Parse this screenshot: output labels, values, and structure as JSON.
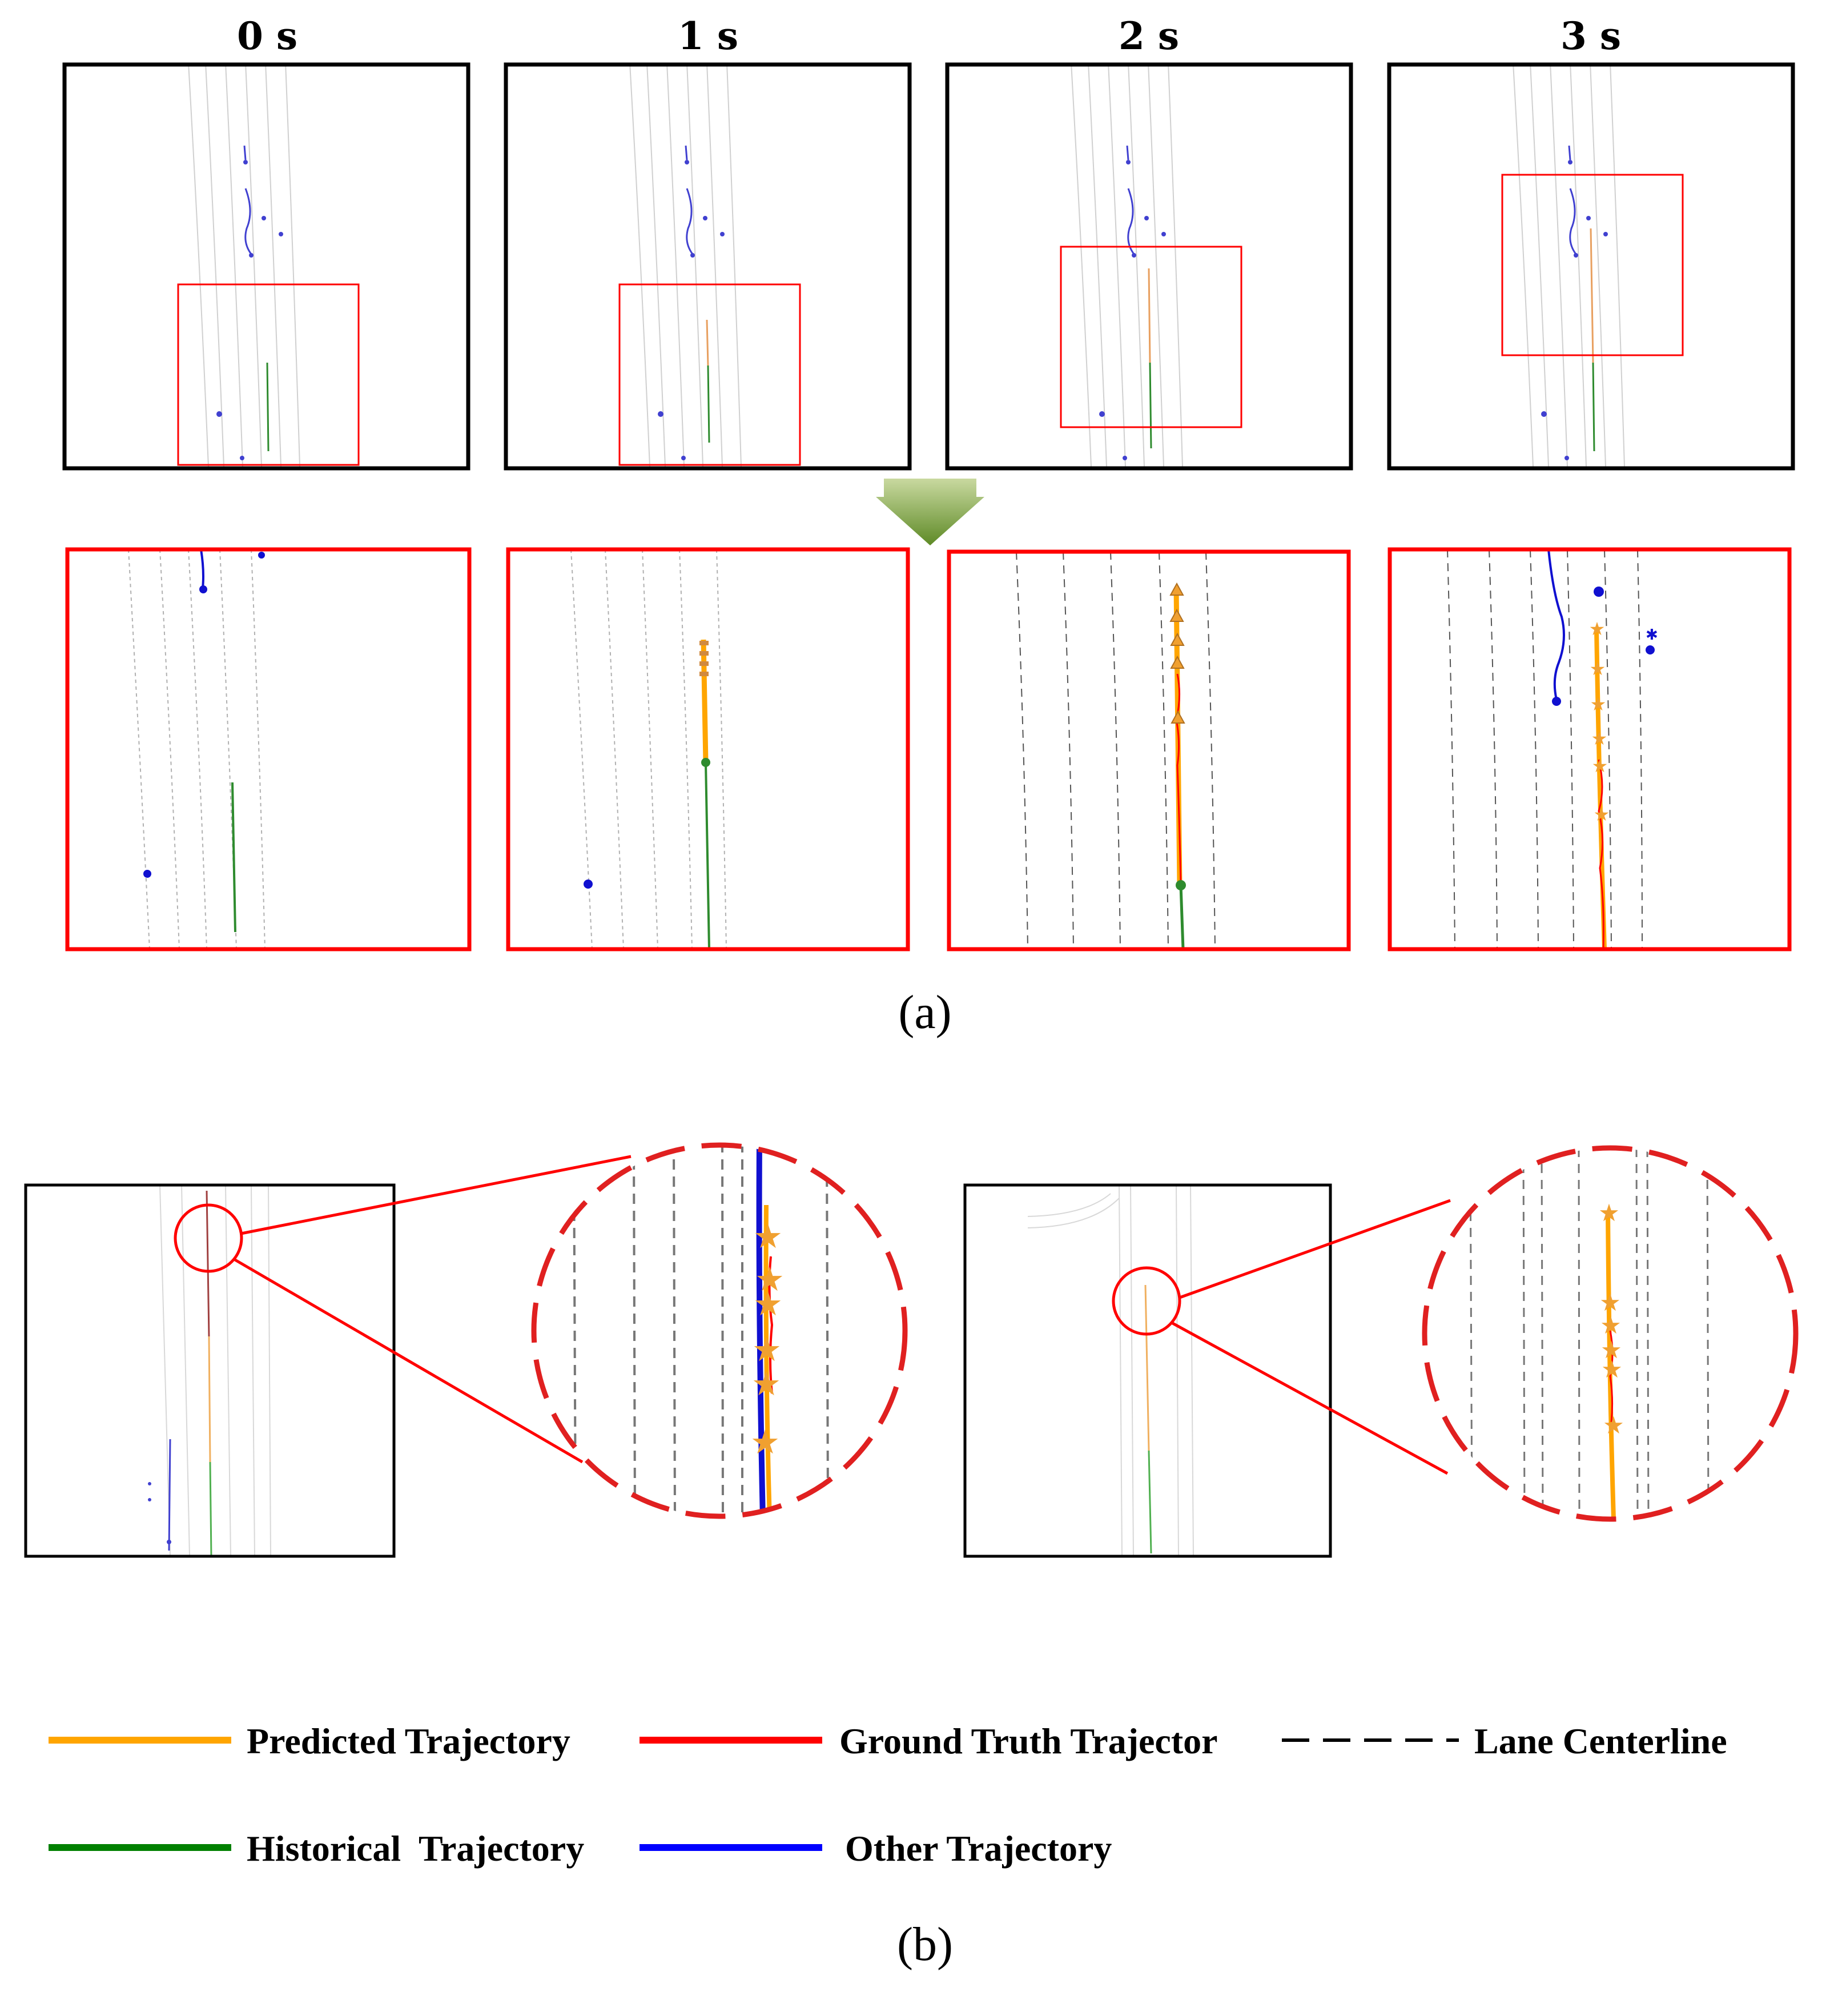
{
  "time_labels": [
    "0 s",
    "1 s",
    "2 s",
    "3 s"
  ],
  "panel_labels": {
    "a": "(a)",
    "b": "(b)"
  },
  "legend": [
    {
      "label": "Predicted Trajectory",
      "style": "solid",
      "color": "#ffa500"
    },
    {
      "label": "Ground Truth Trajector",
      "style": "solid",
      "color": "#ff0000"
    },
    {
      "label": "Lane Centerline",
      "style": "dashed",
      "color": "#000000"
    },
    {
      "label": "Historical  Trajectory",
      "style": "solid",
      "color": "#008000"
    },
    {
      "label": "Other Trajectory",
      "style": "solid",
      "color": "#0000ff"
    }
  ],
  "colors": {
    "predicted": "#ffa500",
    "ground_truth": "#ff0000",
    "historical": "#008000",
    "other": "#0000ff",
    "highlight": "#ff0000",
    "lane": "#888888",
    "arrow": "#7a9a3a"
  }
}
